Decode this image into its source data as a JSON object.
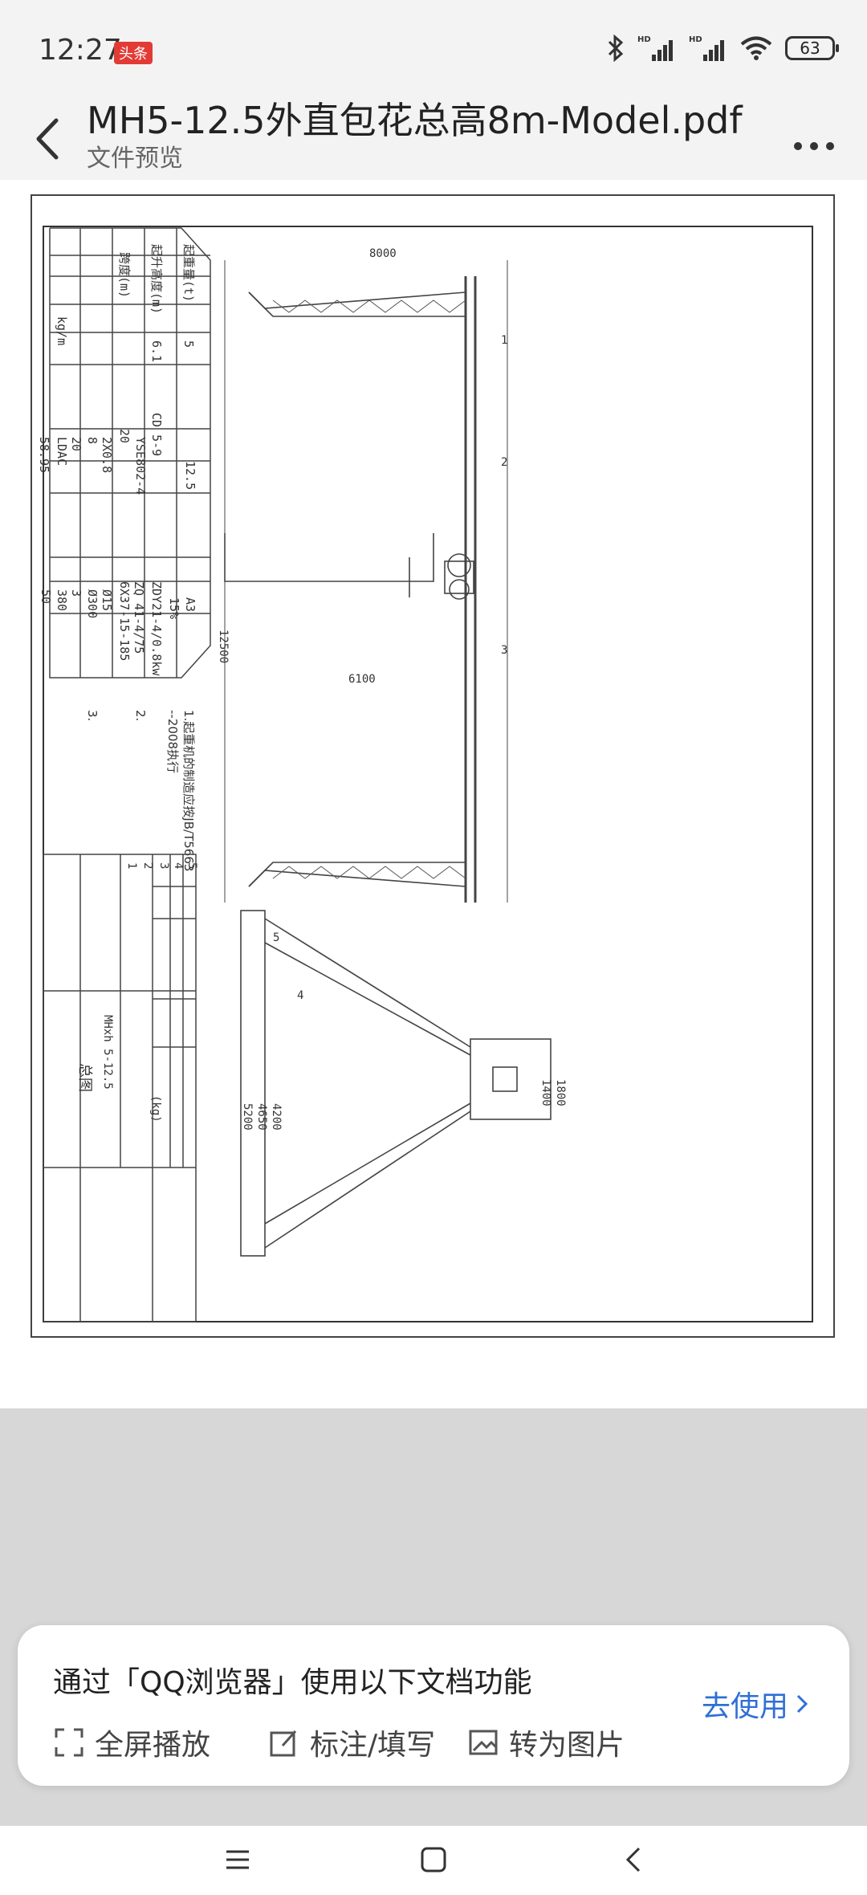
{
  "status": {
    "time": "12:27",
    "badge": "头条",
    "battery": "63",
    "network_label": "HD"
  },
  "header": {
    "title": "MH5-12.5外直包花总高8m-Model.pdf",
    "subtitle": "文件预览"
  },
  "drawing": {
    "spec_table": [
      "起重量(t)",
      "起升高度(m)",
      "跨度(m)",
      "5",
      "6.1",
      "12.5",
      "CD 5-9",
      "20",
      "8",
      "YSE802-4",
      "2X0.8",
      "20",
      "LDAC",
      "58.95",
      "kg/m",
      "A3",
      "15%",
      "ZDY21-4/0.8kw",
      "ZQ 41-4/75",
      "6X37-15-185",
      "Ø15",
      "Ø300",
      "3",
      "380",
      "50"
    ],
    "dims": [
      "8000",
      "12500",
      "6100",
      "1800",
      "1400",
      "4200",
      "4650",
      "5200"
    ],
    "callouts": [
      "1",
      "2",
      "3",
      "4",
      "5"
    ],
    "notes": [
      "1.起重机的制造应按JB/T5663",
      "--2008执行",
      "2.",
      "3."
    ],
    "title_block": {
      "model": "MHxh 5-12.5",
      "weight_label": "(kg)",
      "drawing_name": "总图"
    },
    "parts_numbers": [
      "1",
      "2",
      "3",
      "4",
      "5"
    ]
  },
  "card": {
    "title": "通过「QQ浏览器」使用以下文档功能",
    "features": [
      {
        "icon": "fullscreen-icon",
        "label": "全屏播放"
      },
      {
        "icon": "edit-icon",
        "label": "标注/填写"
      },
      {
        "icon": "image-icon",
        "label": "转为图片"
      }
    ],
    "action": "去使用"
  }
}
